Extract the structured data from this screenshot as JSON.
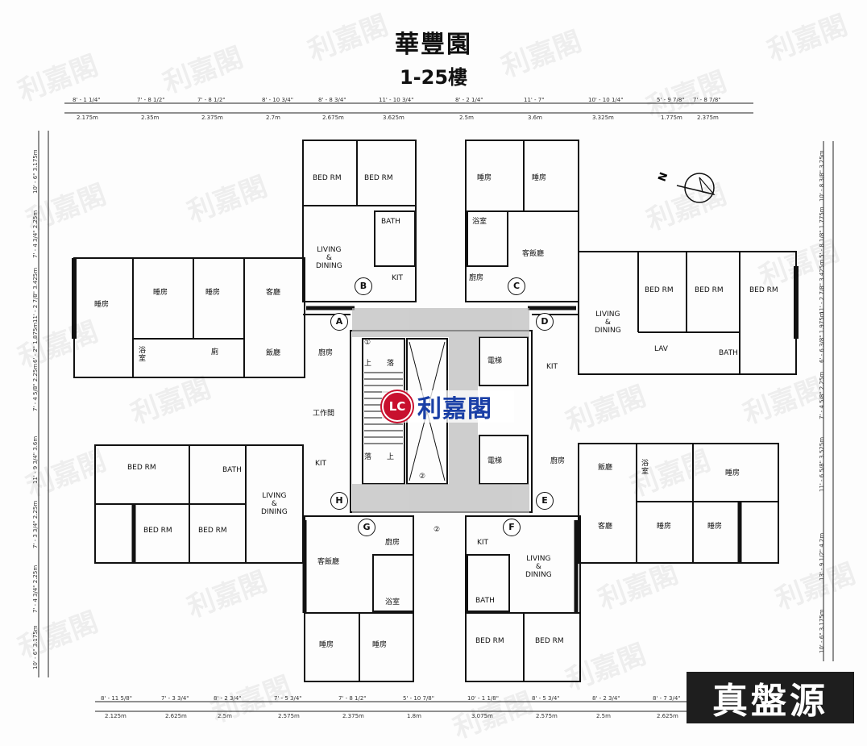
{
  "title": "華豐園",
  "subtitle": "1-25樓",
  "watermark_text": "利嘉閣",
  "logo": {
    "mark": "LC",
    "text": "利嘉閣"
  },
  "seal_text": "真盤源",
  "compass_label": "N",
  "top_dims_imperial": [
    "8' - 1 1/4\"",
    "7' - 8 1/2\"",
    "7' - 8 1/2\"",
    "8' - 10 3/4\"",
    "8' - 8 3/4\"",
    "11' - 10 3/4\"",
    "8' - 2 1/4\"",
    "11' - 7\"",
    "10' - 10 1/4\"",
    "5' - 9 7/8\"",
    "7' - 8 7/8\""
  ],
  "top_dims_metric": [
    "2.175m",
    "2.35m",
    "2.375m",
    "2.7m",
    "2.675m",
    "3.625m",
    "2.5m",
    "3.6m",
    "3.325m",
    "1.775m",
    "2.375m"
  ],
  "bottom_dims_imperial": [
    "8' - 11 5/8\"",
    "7' - 3 3/4\"",
    "8' - 2 3/4\"",
    "7' - 5 3/4\"",
    "7' - 8 1/2\"",
    "5' - 10 7/8\"",
    "10' - 1 1/8\"",
    "8' - 5 3/4\"",
    "8' - 2 3/4\"",
    "8' - 7 3/4\""
  ],
  "bottom_dims_metric": [
    "2.125m",
    "2.625m",
    "2.5m",
    "2.575m",
    "2.375m",
    "1.8m",
    "3.075m",
    "2.575m",
    "2.5m",
    "2.625m"
  ],
  "left_dims": [
    "10' - 6\" 3.175m",
    "7' - 4 3/4\" 2.25m",
    "11' - 2 7/8\" 3.425m",
    "6' - 2\" 1.875m",
    "7' - 4 5/8\" 2.25m",
    "11' - 9 3/4\" 3.6m",
    "7' - 3 3/4\" 2.25m",
    "7' - 4 3/4\" 2.25m",
    "10' - 6\" 3.175m"
  ],
  "right_dims": [
    "10' - 8 3/8\" 3.25m",
    "5' - 8 1/8\" 1.775m",
    "11' - 2 7/8\" 3.425m",
    "6' - 6 3/8\" 1.975m",
    "7' - 4 5/8\" 2.25m",
    "11' - 6 5/8\" 3.525m",
    "13' - 9 1/2\" 4.2m",
    "10' - 6\" 3.175m"
  ],
  "units": [
    "A",
    "B",
    "C",
    "D",
    "E",
    "F",
    "G",
    "H"
  ],
  "rooms": {
    "b_bed1": "BED RM",
    "b_bed2": "BED RM",
    "b_bath": "BATH",
    "b_living": "LIVING\n&\nDINING",
    "b_kit": "KIT",
    "c_bed1": "睡房",
    "c_bed2": "睡房",
    "c_bath": "浴室",
    "c_living": "客飯廳",
    "c_kit": "廚房",
    "a_bed1": "睡房",
    "a_bed2": "睡房",
    "a_bed3": "睡房",
    "a_living": "客廳",
    "a_dining": "飯廳",
    "a_bath": "浴\n室",
    "a_wc": "廁",
    "a_kit": "廚房",
    "a_store": "工作間",
    "d_bed1": "BED RM",
    "d_bed2": "BED RM",
    "d_bed3": "BED RM",
    "d_living": "LIVING\n&\nDINING",
    "d_lav": "LAV",
    "d_bath": "BATH",
    "d_kit": "KIT",
    "lift1": "電梯",
    "lift2": "電梯",
    "h_bed1": "BED RM",
    "h_bed2": "BED RM",
    "h_bed3": "BED RM",
    "h_bath": "BATH",
    "h_living": "LIVING\n&\nDINING",
    "h_kit": "KIT",
    "e_living": "飯廳",
    "e_bath": "浴\n室",
    "e_bed1": "睡房",
    "e_bed2": "睡房",
    "e_bed3": "睡房",
    "e_dining": "客廳",
    "e_kit": "廚房",
    "g_living": "客飯廳",
    "g_kit": "廚房",
    "g_bath": "浴室",
    "g_bed1": "睡房",
    "g_bed2": "睡房",
    "f_living": "LIVING\n&\nDINING",
    "f_kit": "KIT",
    "f_bath": "BATH",
    "f_bed1": "BED RM",
    "f_bed2": "BED RM",
    "stair_up": "上",
    "stair_down": "落",
    "stair_up2": "上",
    "stair_down2": "落",
    "duct1": "②",
    "duct2": "②",
    "duct3": "①"
  }
}
